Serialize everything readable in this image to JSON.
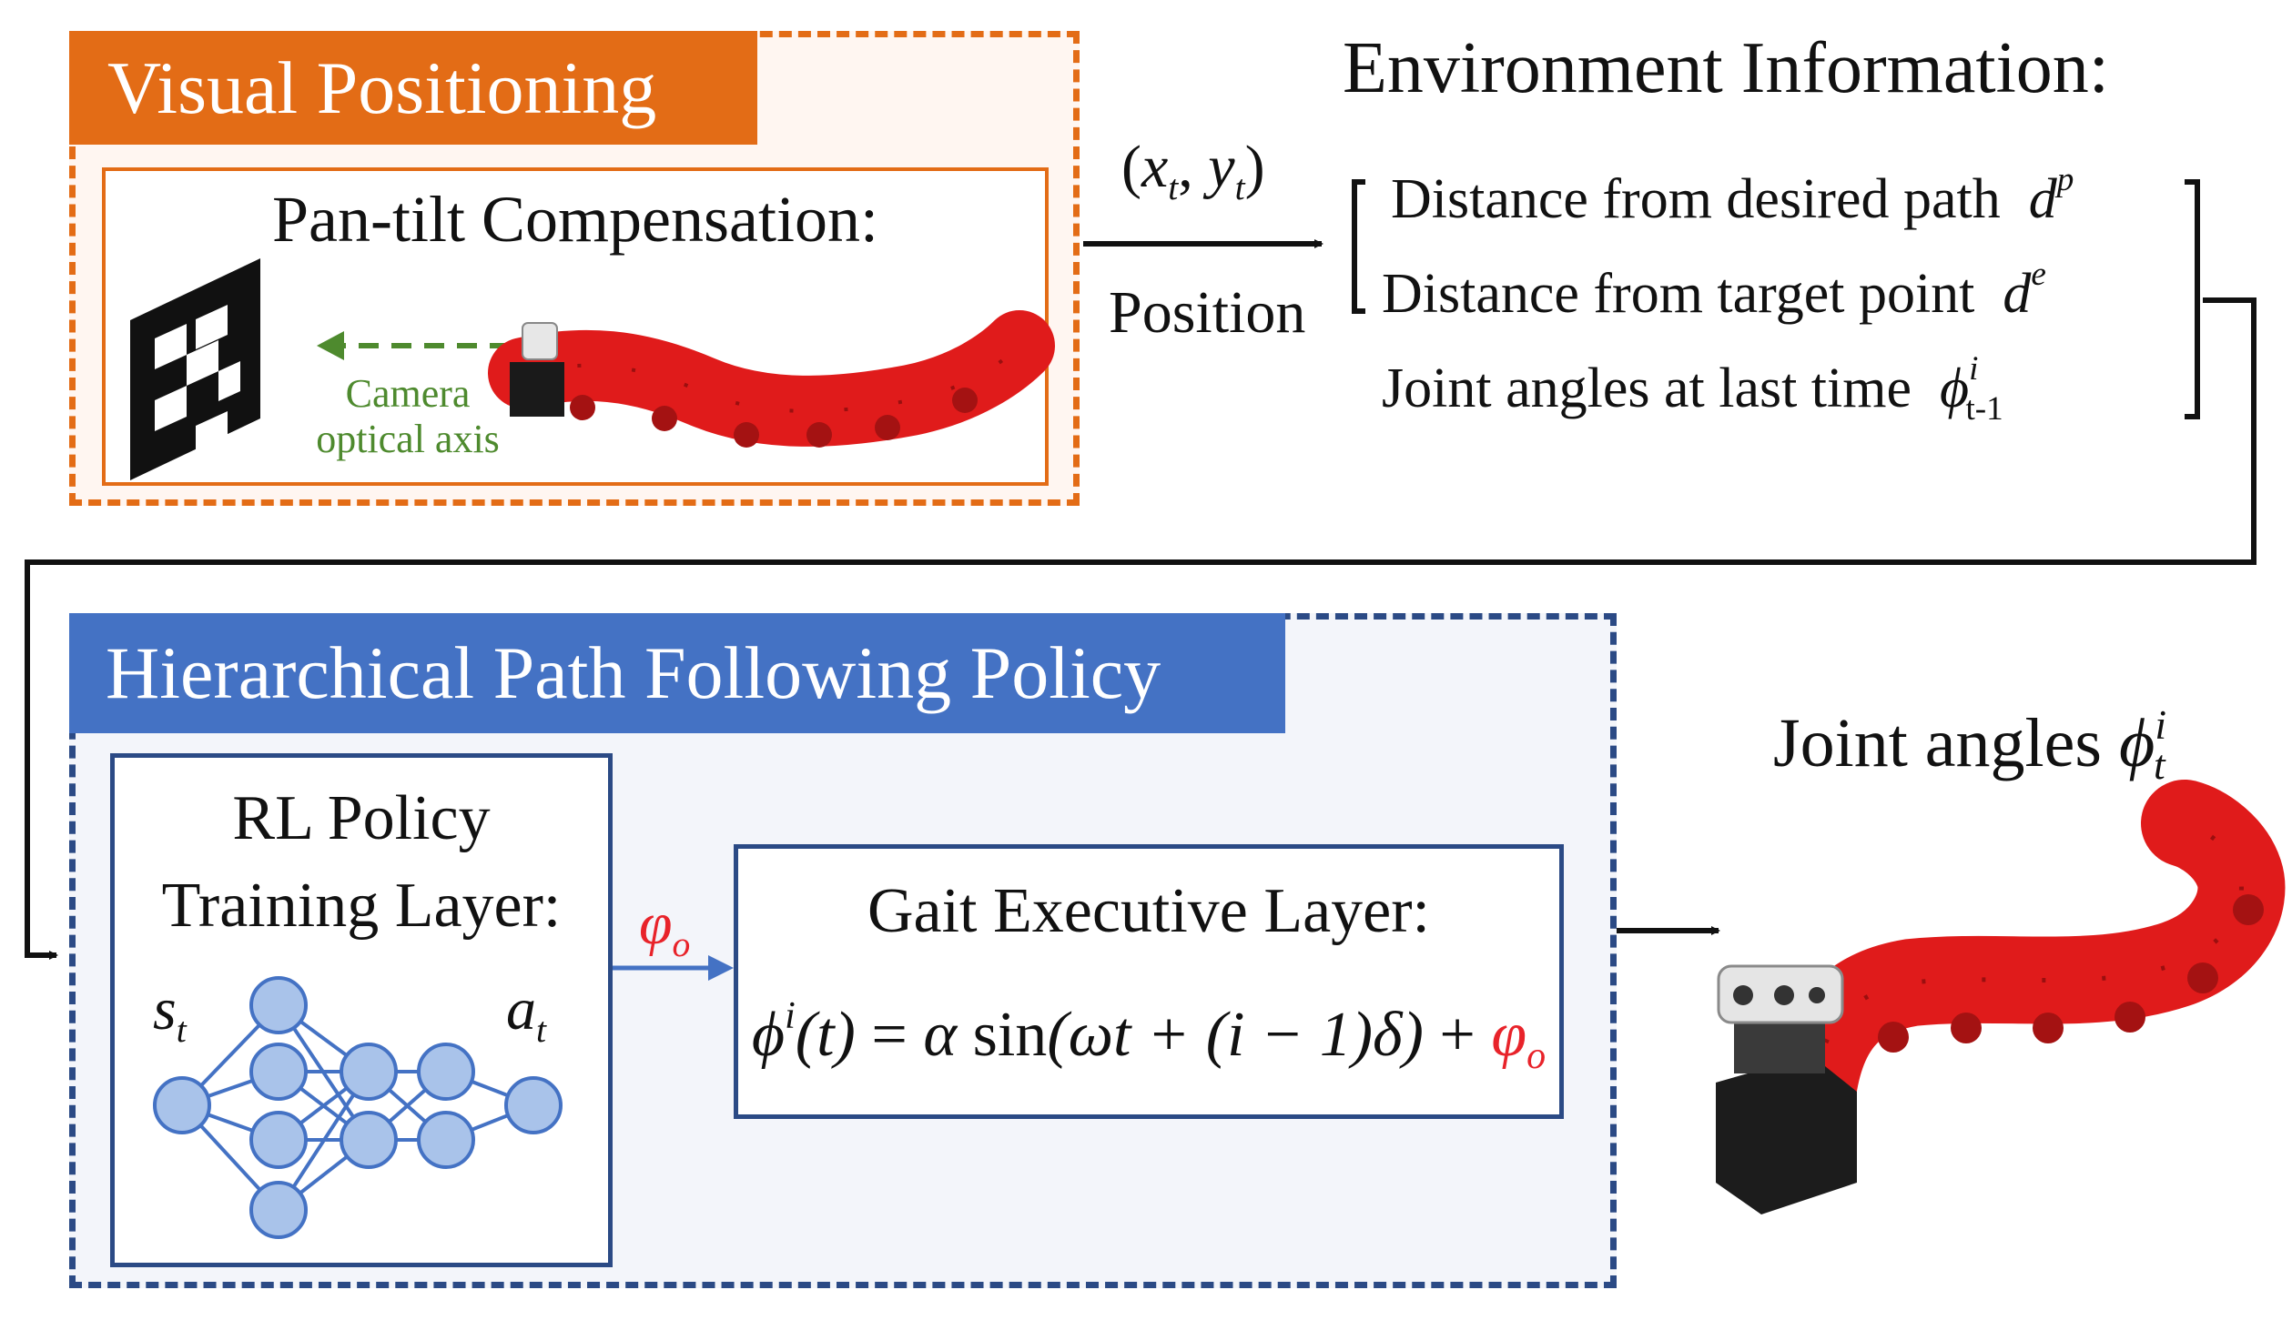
{
  "visual_positioning": {
    "title": "Visual Positioning",
    "inner_title": "Pan-tilt Compensation:",
    "camera_axis_label_1": "Camera",
    "camera_axis_label_2": "optical axis"
  },
  "position": {
    "coord_x": "x",
    "coord_y": "y",
    "subscript": "t",
    "label": "Position"
  },
  "environment": {
    "title": "Environment Information:",
    "items": [
      {
        "label": "Distance from desired path",
        "symbol": "d",
        "sup": "p"
      },
      {
        "label": "Distance from target point",
        "symbol": "d",
        "sup": "e"
      },
      {
        "label": "Joint angles at last time",
        "symbol": "ϕ",
        "sup": "i",
        "sub": "t-1"
      }
    ]
  },
  "policy": {
    "title": "Hierarchical Path Following Policy",
    "rl_title_1": "RL Policy",
    "rl_title_2": "Training Layer:",
    "state_symbol": "s",
    "action_symbol": "a",
    "subscript": "t",
    "offset_symbol": "φ",
    "offset_sub": "o",
    "gait_title": "Gait Executive Layer:",
    "formula_lhs_symbol": "ϕ",
    "formula_lhs_sup": "i",
    "formula_lhs_arg": "(t)",
    "formula_eq": "=",
    "formula_alpha": "α",
    "formula_sin": "sin",
    "formula_arg": "(ωt + (i − 1)δ)",
    "formula_plus": "+"
  },
  "output": {
    "label": "Joint angles",
    "symbol": "ϕ",
    "sup": "i",
    "sub": "t"
  },
  "colors": {
    "orange": "#e36c16",
    "blue": "#4472c4",
    "navy": "#2b4a85",
    "red": "#e8232a",
    "green": "#4e8a2e",
    "node_fill": "#a9c3ea"
  }
}
